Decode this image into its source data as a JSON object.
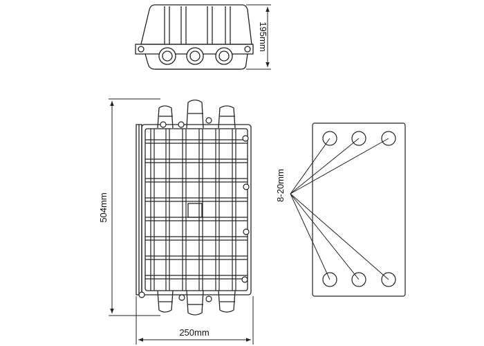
{
  "dimensions": {
    "height_top_view": "195mm",
    "length": "504mm",
    "width": "250mm",
    "port_range": "8-20mm"
  },
  "ports": {
    "top_count": 3,
    "bottom_count": 3
  },
  "colors": {
    "line": "#222222",
    "background": "#ffffff"
  }
}
